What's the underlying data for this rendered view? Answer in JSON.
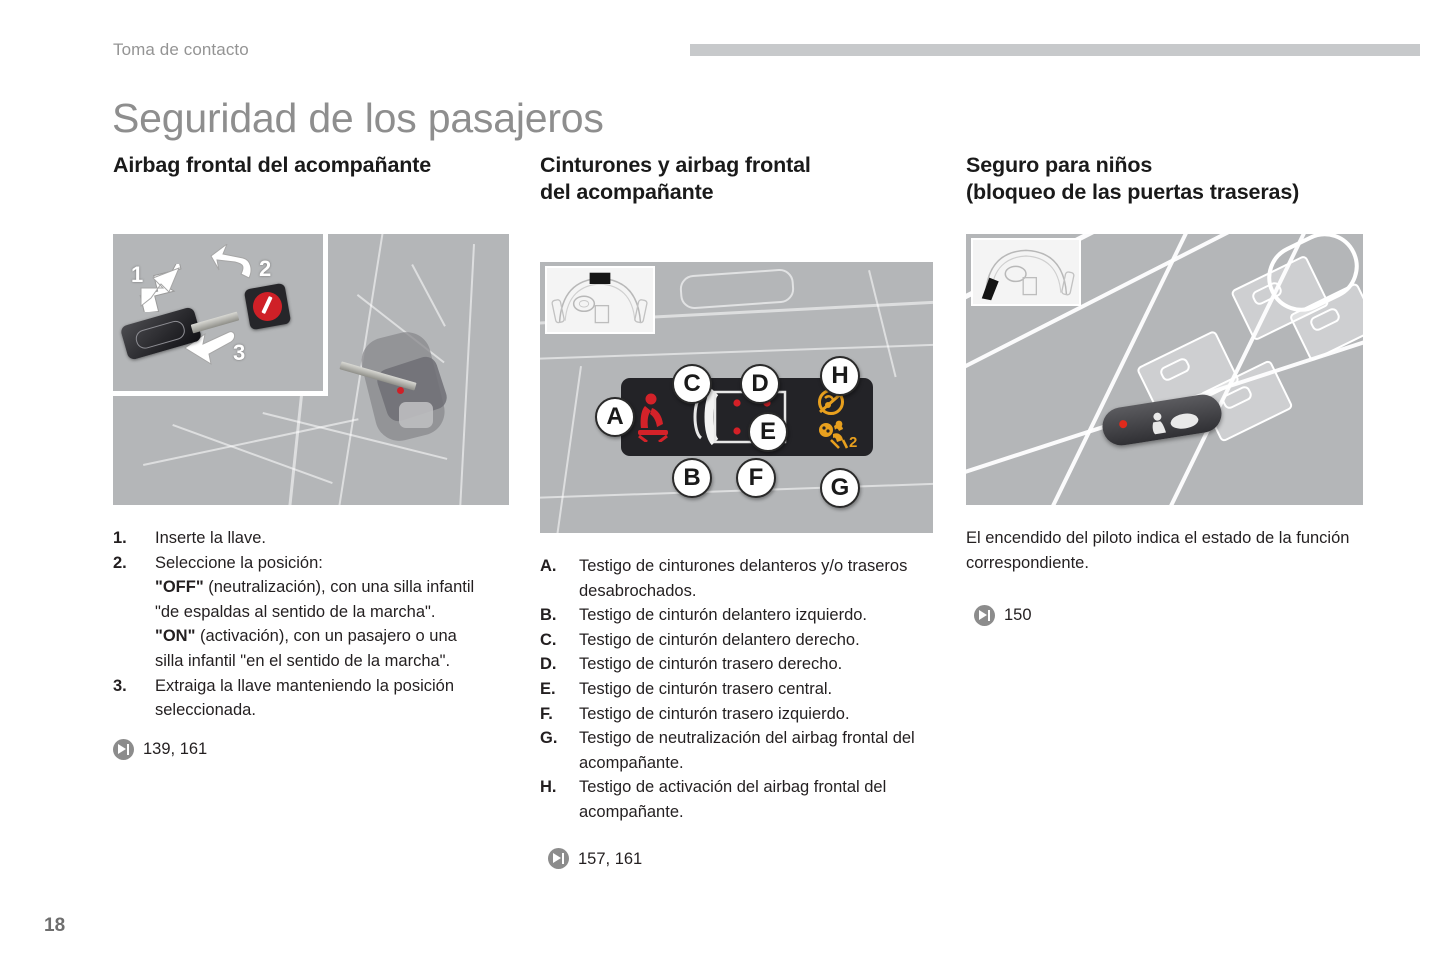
{
  "header": {
    "running_title": "Toma de contacto",
    "page_number": "18"
  },
  "page_title": "Seguridad de los pasajeros",
  "columns": [
    {
      "heading": "Airbag frontal del acompañante",
      "figure": {
        "name": "key-and-passenger-airbag-switch",
        "arrow_labels": [
          "1",
          "2",
          "3"
        ]
      },
      "steps": [
        {
          "marker": "1.",
          "text": "Inserte la llave."
        },
        {
          "marker": "2.",
          "text": "Seleccione la posición:"
        },
        {
          "marker": "3.",
          "text": "Extraiga la llave manteniendo la posición seleccionada."
        }
      ],
      "step2_lines": [
        {
          "bold": "\"OFF\"",
          "rest": " (neutralización), con una silla infantil"
        },
        {
          "bold": "",
          "rest": "\"de espaldas al sentido de la marcha\"."
        },
        {
          "bold": "\"ON\"",
          "rest": " (activación), con un pasajero o una"
        },
        {
          "bold": "",
          "rest": "silla infantil \"en el sentido de la marcha\"."
        }
      ],
      "xref": "139, 161"
    },
    {
      "heading_line1": "Cinturones y airbag frontal",
      "heading_line2": "del acompañante",
      "figure": {
        "name": "instrument-panel-seatbelt-indicators",
        "callouts": [
          "A",
          "B",
          "C",
          "D",
          "E",
          "F",
          "G",
          "H"
        ]
      },
      "items": [
        {
          "marker": "A.",
          "text": "Testigo de cinturones delanteros y/o traseros desabrochados."
        },
        {
          "marker": "B.",
          "text": "Testigo de cinturón delantero izquierdo."
        },
        {
          "marker": "C.",
          "text": "Testigo de cinturón delantero derecho."
        },
        {
          "marker": "D.",
          "text": "Testigo de cinturón trasero derecho."
        },
        {
          "marker": "E.",
          "text": "Testigo de cinturón trasero central."
        },
        {
          "marker": "F.",
          "text": "Testigo de cinturón trasero izquierdo."
        },
        {
          "marker": "G.",
          "text": "Testigo de neutralización del airbag frontal del acompañante."
        },
        {
          "marker": "H.",
          "text": "Testigo de activación del airbag frontal del acompañante."
        }
      ],
      "xref": "157, 161"
    },
    {
      "heading_line1": "Seguro para niños",
      "heading_line2": "(bloqueo de las puertas traseras)",
      "figure": {
        "name": "child-lock-switch-on-door-panel"
      },
      "paragraph": "El encendido del piloto indica el estado de la función correspondiente.",
      "xref": "150"
    }
  ],
  "colors": {
    "title_gray": "#8e8e8e",
    "header_gray": "#949494",
    "rule_gray": "#c7c9cb",
    "figure_plate": "#b4b6b8",
    "cluster_black": "#232327",
    "belt_red": "#d32229",
    "airbag_orange": "#e8a01e",
    "led_red": "#e02a1c",
    "xref_icon_gray": "#8c8c8c",
    "body_text": "#231f20"
  }
}
